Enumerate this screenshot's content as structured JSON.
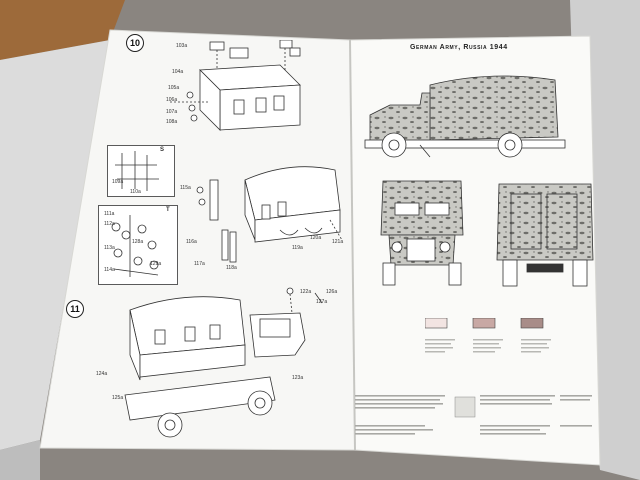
{
  "right_page": {
    "title": "German Army, Russia 1944"
  },
  "steps": [
    {
      "number": "10"
    },
    {
      "number": "11"
    }
  ],
  "sub_steps": [
    "S",
    "T"
  ],
  "part_labels": [
    "103a",
    "104a",
    "105a",
    "106a",
    "107a",
    "108a",
    "109a",
    "110a",
    "111a",
    "112a",
    "113a",
    "114a",
    "115a",
    "116a",
    "117a",
    "118a",
    "119a",
    "120a",
    "121a",
    "122a",
    "123a",
    "124a",
    "125a",
    "126a",
    "127a",
    "128a",
    "129a"
  ],
  "colors": {
    "table": "#8a8580",
    "page": "#f7f7f5",
    "line": "#333333",
    "camo_base": "#c9c9c4",
    "camo_spot": "#6e6e6a",
    "swatch_1": "#f2e4e2",
    "swatch_2": "#c8a8a4",
    "swatch_3": "#a88c88"
  }
}
